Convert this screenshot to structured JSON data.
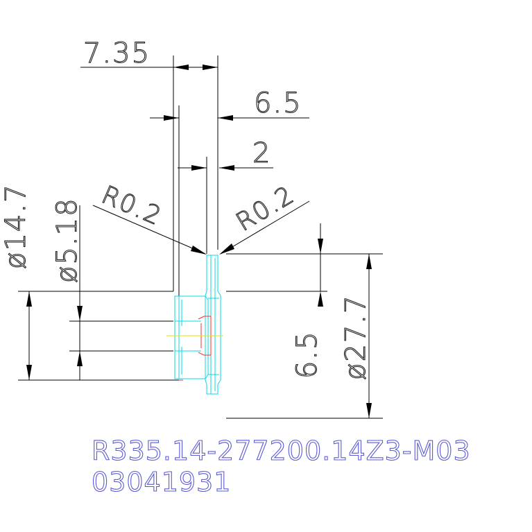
{
  "dimensions": {
    "width_7_35": "7.35",
    "width_6_5": "6.5",
    "width_2": "2",
    "radius_left": "R0.2",
    "radius_right": "R0.2",
    "dia_14_7": "ø14.7",
    "dia_5_18": "ø5.18",
    "height_6_5": "6.5",
    "dia_27_7": "ø27.7"
  },
  "title_block": {
    "part_number": "R335.14-277200.14Z3-M03",
    "drawing_number": "03041931"
  },
  "colors": {
    "dimension": "#000000",
    "part_outline": "#00d8e8",
    "insert_detail": "#ff2a2a",
    "centerline": "#e8e000",
    "title_text": "#5a5ad6"
  }
}
